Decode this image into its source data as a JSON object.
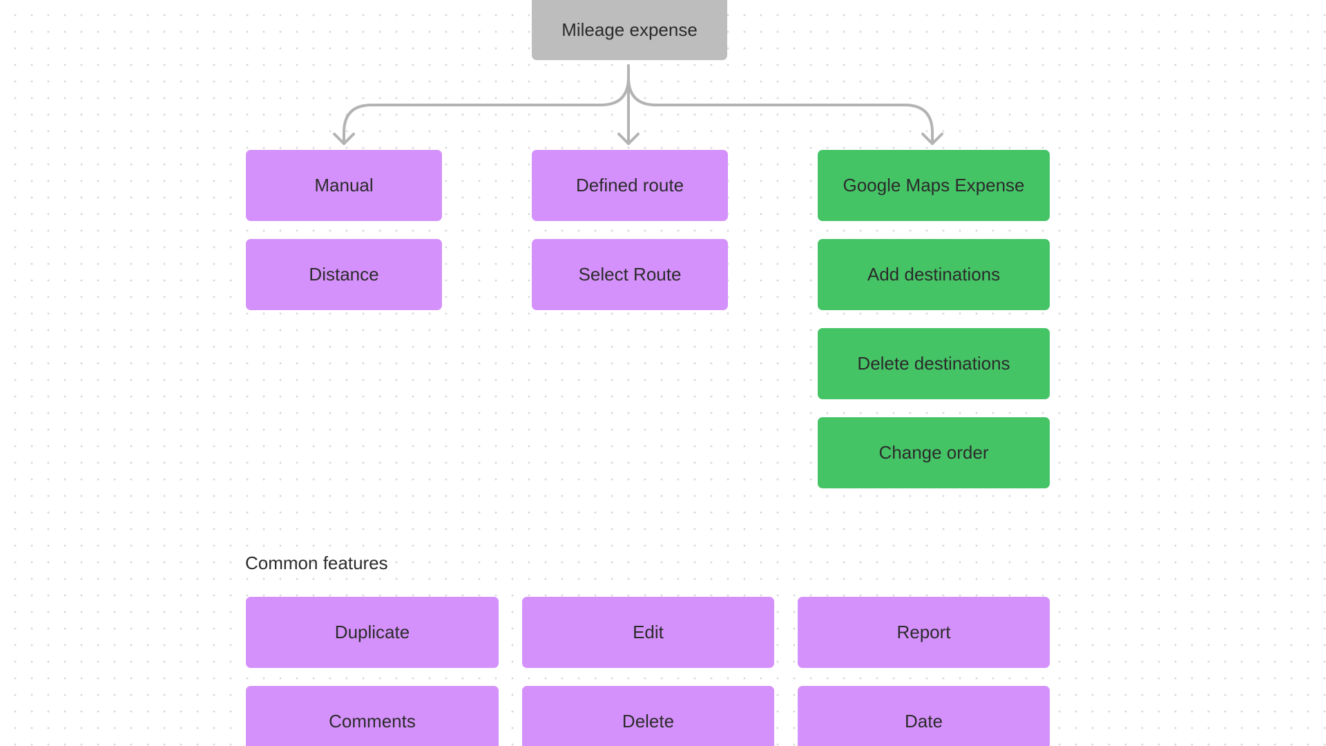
{
  "diagram": {
    "root": {
      "label": "Mileage expense"
    },
    "branches": [
      {
        "id": "manual",
        "color": "#d591fb",
        "items": [
          "Manual",
          "Distance"
        ]
      },
      {
        "id": "defined-route",
        "color": "#d591fb",
        "items": [
          "Defined route",
          "Select Route"
        ]
      },
      {
        "id": "google-maps",
        "color": "#45c466",
        "items": [
          "Google Maps Expense",
          "Add destinations",
          "Delete destinations",
          "Change order"
        ]
      }
    ],
    "connector_color": "#b3b3b3"
  },
  "common": {
    "title": "Common features",
    "items": [
      "Duplicate",
      "Edit",
      "Report",
      "Comments",
      "Delete",
      "Date"
    ]
  },
  "colors": {
    "root": "#bdbdbd",
    "purple": "#d591fb",
    "green": "#45c466",
    "text": "#2b2b2b"
  }
}
